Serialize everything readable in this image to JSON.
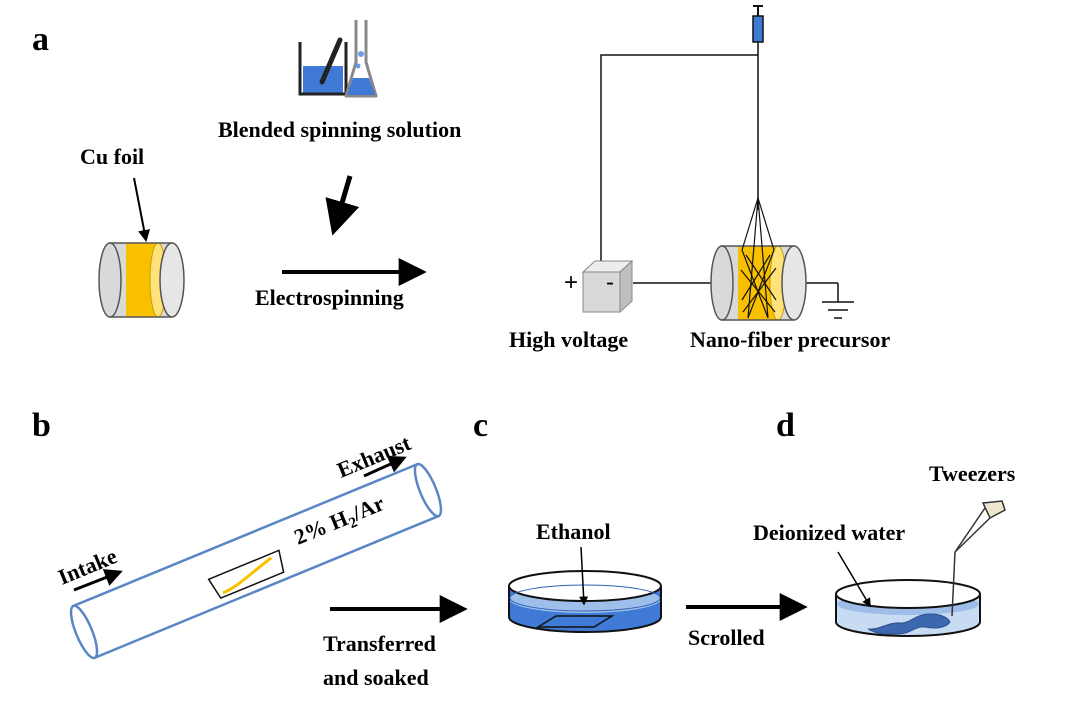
{
  "panels": {
    "a": {
      "letter": "a",
      "cu_foil": "Cu foil",
      "spinning_solution": "Blended spinning solution",
      "process": "Electrospinning",
      "high_voltage": "High voltage",
      "precursor": "Nano-fiber precursor",
      "plus": "+",
      "minus": "-"
    },
    "b": {
      "letter": "b",
      "exhaust": "Exhaust",
      "gas_prefix": "2% H",
      "gas_sub": "2",
      "gas_suffix": "/Ar",
      "intake": "Intake",
      "step_line1": "Transferred",
      "step_line2": "and soaked"
    },
    "c": {
      "letter": "c",
      "ethanol": "Ethanol",
      "step": "Scrolled"
    },
    "d": {
      "letter": "d",
      "tweezers": "Tweezers",
      "water": "Deionized water"
    }
  },
  "colors": {
    "foil": "#F9C000",
    "foil_light": "#FFE27A",
    "tube": "#5B86C5",
    "liquid": "#3F7BD6",
    "liquid_light": "#A9C6EC",
    "gray": "#D9D9D9",
    "fiber": "#3D68B0"
  }
}
